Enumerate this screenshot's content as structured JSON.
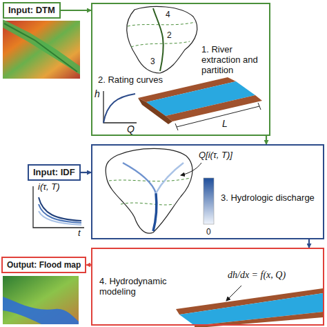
{
  "diagram": {
    "nodes": [
      {
        "text": [
          "Input: DTM"
        ]
      },
      {
        "text": [
          "1. River extraction and partition",
          "2. Rating curves"
        ]
      },
      {
        "text": [
          "Input: IDF"
        ]
      },
      {
        "text": [
          "3. Hydrologic discharge"
        ]
      },
      {
        "text": [
          "Output: Flood map"
        ]
      },
      {
        "text": [
          "4. Hydrodynamic modeling"
        ]
      }
    ],
    "edges": [
      {
        "from": 0,
        "to": 1,
        "arrow": "to"
      },
      {
        "from": 1,
        "to": 3,
        "arrow": "to"
      },
      {
        "from": 2,
        "to": 3,
        "arrow": "to"
      },
      {
        "from": 3,
        "to": 5,
        "arrow": "to"
      },
      {
        "from": 5,
        "to": 4,
        "arrow": "to"
      }
    ],
    "labels": [
      "4",
      "2",
      "3",
      "h",
      "Q",
      "L",
      "i(τ, T)",
      "t",
      "Q[i(τ, T)]",
      "0",
      "dh/dx = f(x, Q)"
    ]
  }
}
